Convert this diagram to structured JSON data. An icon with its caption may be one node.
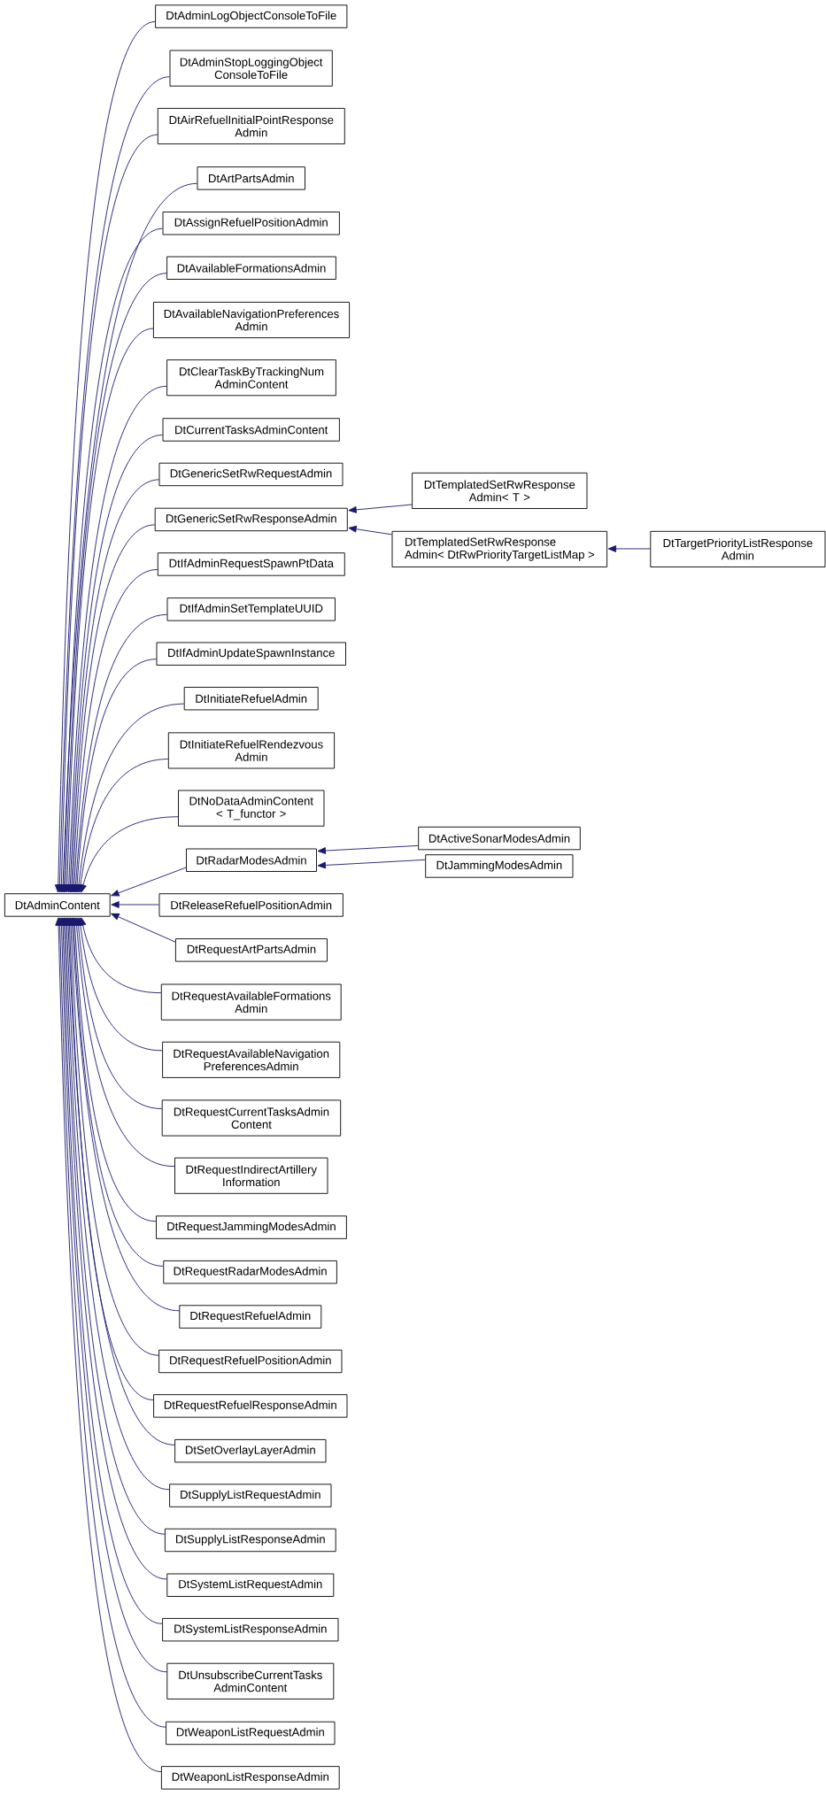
{
  "diagram": {
    "nodes": [
      {
        "text": [
          "DtAdminLogObjectConsoleToFile"
        ]
      },
      {
        "text": [
          "DtAdminStopLoggingObject ConsoleToFile"
        ]
      },
      {
        "text": [
          "DtAirRefuelInitialPointResponse Admin"
        ]
      },
      {
        "text": [
          "DtArtPartsAdmin"
        ]
      },
      {
        "text": [
          "DtAssignRefuelPositionAdmin"
        ]
      },
      {
        "text": [
          "DtAvailableFormationsAdmin"
        ]
      },
      {
        "text": [
          "DtAvailableNavigationPreferences Admin"
        ]
      },
      {
        "text": [
          "DtClearTaskByTrackingNum AdminContent"
        ]
      },
      {
        "text": [
          "DtCurrentTasksAdminContent"
        ]
      },
      {
        "text": [
          "DtGenericSetRwRequestAdmin"
        ]
      },
      {
        "text": [
          "DtTemplatedSetRwResponse Admin< T >"
        ]
      },
      {
        "text": [
          "DtGenericSetRwResponseAdmin"
        ]
      },
      {
        "text": [
          "DtTemplatedSetRwResponse Admin< DtRwPriorityTargetListMap >"
        ]
      },
      {
        "text": [
          "DtTargetPriorityListResponse Admin"
        ]
      },
      {
        "text": [
          "DtIfAdminRequestSpawnPtData"
        ]
      },
      {
        "text": [
          "DtIfAdminSetTemplateUUID"
        ]
      },
      {
        "text": [
          "DtIfAdminUpdateSpawnInstance"
        ]
      },
      {
        "text": [
          "DtInitiateRefuelAdmin"
        ]
      },
      {
        "text": [
          "DtInitiateRefuelRendezvous Admin"
        ]
      },
      {
        "text": [
          "DtNoDataAdminContent < T_functor >"
        ]
      },
      {
        "text": [
          "DtActiveSonarModesAdmin"
        ]
      },
      {
        "text": [
          "DtRadarModesAdmin"
        ]
      },
      {
        "text": [
          "DtJammingModesAdmin"
        ]
      },
      {
        "text": [
          "DtAdminContent"
        ]
      },
      {
        "text": [
          "DtReleaseRefuelPositionAdmin"
        ]
      },
      {
        "text": [
          "DtRequestArtPartsAdmin"
        ]
      },
      {
        "text": [
          "DtRequestAvailableFormations Admin"
        ]
      },
      {
        "text": [
          "DtRequestAvailableNavigation PreferencesAdmin"
        ]
      },
      {
        "text": [
          "DtRequestCurrentTasksAdmin Content"
        ]
      },
      {
        "text": [
          "DtRequestIndirectArtillery Information"
        ]
      },
      {
        "text": [
          "DtRequestJammingModesAdmin"
        ]
      },
      {
        "text": [
          "DtRequestRadarModesAdmin"
        ]
      },
      {
        "text": [
          "DtRequestRefuelAdmin"
        ]
      },
      {
        "text": [
          "DtRequestRefuelPositionAdmin"
        ]
      },
      {
        "text": [
          "DtRequestRefuelResponseAdmin"
        ]
      },
      {
        "text": [
          "DtSetOverlayLayerAdmin"
        ]
      },
      {
        "text": [
          "DtSupplyListRequestAdmin"
        ]
      },
      {
        "text": [
          "DtSupplyListResponseAdmin"
        ]
      },
      {
        "text": [
          "DtSystemListRequestAdmin"
        ]
      },
      {
        "text": [
          "DtSystemListResponseAdmin"
        ]
      },
      {
        "text": [
          "DtUnsubscribeCurrentTasks AdminContent"
        ]
      },
      {
        "text": [
          "DtWeaponListRequestAdmin"
        ]
      },
      {
        "text": [
          "DtWeaponListResponseAdmin"
        ]
      }
    ],
    "edges": [
      {
        "from": 0,
        "to": 23,
        "arrow": "to"
      },
      {
        "from": 1,
        "to": 23,
        "arrow": "to"
      },
      {
        "from": 2,
        "to": 23,
        "arrow": "to"
      },
      {
        "from": 3,
        "to": 23,
        "arrow": "to"
      },
      {
        "from": 4,
        "to": 23,
        "arrow": "to"
      },
      {
        "from": 5,
        "to": 23,
        "arrow": "to"
      },
      {
        "from": 6,
        "to": 23,
        "arrow": "to"
      },
      {
        "from": 7,
        "to": 23,
        "arrow": "to"
      },
      {
        "from": 8,
        "to": 23,
        "arrow": "to"
      },
      {
        "from": 9,
        "to": 23,
        "arrow": "to"
      },
      {
        "from": 10,
        "to": 11,
        "arrow": "to"
      },
      {
        "from": 11,
        "to": 23,
        "arrow": "to"
      },
      {
        "from": 12,
        "to": 11,
        "arrow": "to"
      },
      {
        "from": 13,
        "to": 12,
        "arrow": "to"
      },
      {
        "from": 14,
        "to": 23,
        "arrow": "to"
      },
      {
        "from": 15,
        "to": 23,
        "arrow": "to"
      },
      {
        "from": 16,
        "to": 23,
        "arrow": "to"
      },
      {
        "from": 17,
        "to": 23,
        "arrow": "to"
      },
      {
        "from": 18,
        "to": 23,
        "arrow": "to"
      },
      {
        "from": 19,
        "to": 23,
        "arrow": "to"
      },
      {
        "from": 20,
        "to": 21,
        "arrow": "to"
      },
      {
        "from": 21,
        "to": 23,
        "arrow": "to"
      },
      {
        "from": 22,
        "to": 21,
        "arrow": "to"
      },
      {
        "from": 24,
        "to": 23,
        "arrow": "to"
      },
      {
        "from": 25,
        "to": 23,
        "arrow": "to"
      },
      {
        "from": 26,
        "to": 23,
        "arrow": "to"
      },
      {
        "from": 27,
        "to": 23,
        "arrow": "to"
      },
      {
        "from": 28,
        "to": 23,
        "arrow": "to"
      },
      {
        "from": 29,
        "to": 23,
        "arrow": "to"
      },
      {
        "from": 30,
        "to": 23,
        "arrow": "to"
      },
      {
        "from": 31,
        "to": 23,
        "arrow": "to"
      },
      {
        "from": 32,
        "to": 23,
        "arrow": "to"
      },
      {
        "from": 33,
        "to": 23,
        "arrow": "to"
      },
      {
        "from": 34,
        "to": 23,
        "arrow": "to"
      },
      {
        "from": 35,
        "to": 23,
        "arrow": "to"
      },
      {
        "from": 36,
        "to": 23,
        "arrow": "to"
      },
      {
        "from": 37,
        "to": 23,
        "arrow": "to"
      },
      {
        "from": 38,
        "to": 23,
        "arrow": "to"
      },
      {
        "from": 39,
        "to": 23,
        "arrow": "to"
      },
      {
        "from": 40,
        "to": 23,
        "arrow": "to"
      },
      {
        "from": 41,
        "to": 23,
        "arrow": "to"
      },
      {
        "from": 42,
        "to": 23,
        "arrow": "to"
      }
    ]
  }
}
